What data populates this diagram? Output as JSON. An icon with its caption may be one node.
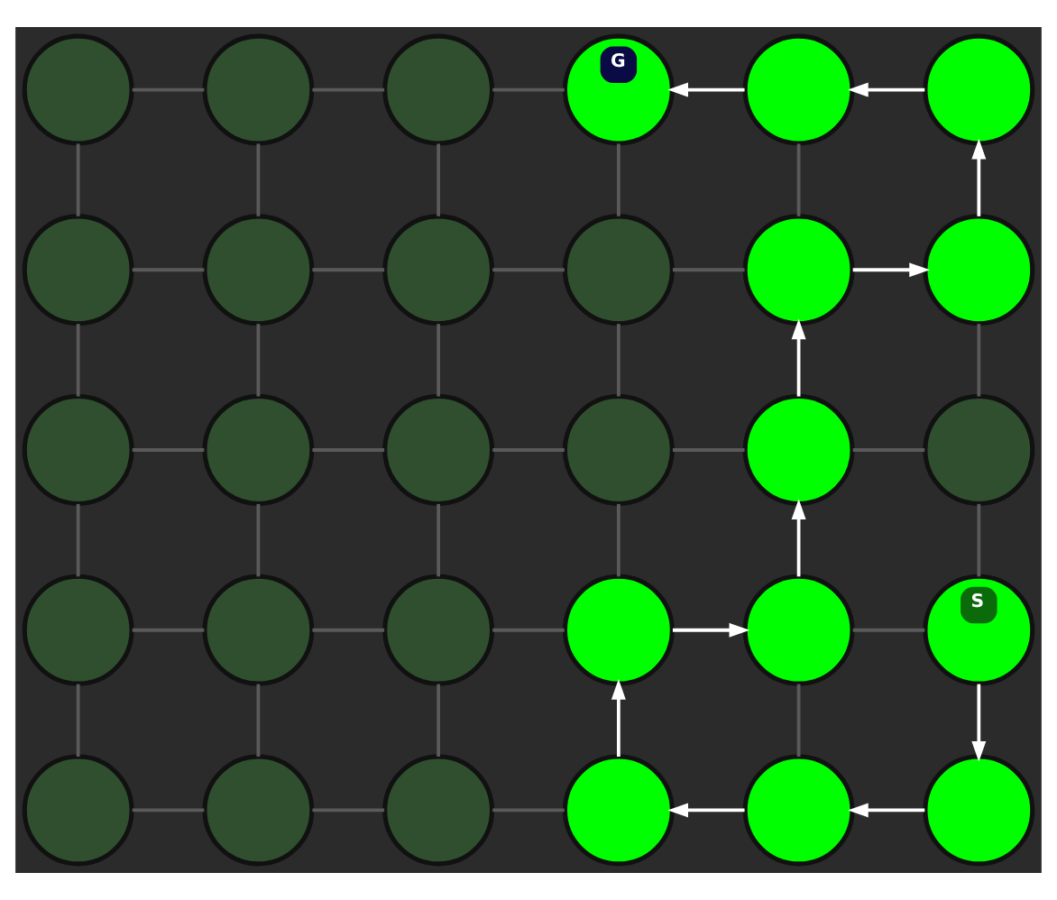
{
  "diagram": {
    "nodes": [
      {
        "text": [],
        "shape": "circle"
      },
      {
        "text": [],
        "shape": "circle"
      },
      {
        "text": [],
        "shape": "circle"
      },
      {
        "text": [
          "G"
        ]
      },
      {
        "text": [],
        "shape": "circle"
      },
      {
        "text": [],
        "shape": "circle"
      },
      {
        "text": [],
        "shape": "circle"
      },
      {
        "text": [],
        "shape": "circle"
      },
      {
        "text": [],
        "shape": "circle"
      },
      {
        "text": [],
        "shape": "circle"
      },
      {
        "text": [],
        "shape": "circle"
      },
      {
        "text": [],
        "shape": "circle"
      },
      {
        "text": [],
        "shape": "circle"
      },
      {
        "text": [],
        "shape": "circle"
      },
      {
        "text": [],
        "shape": "circle"
      },
      {
        "text": [],
        "shape": "circle"
      },
      {
        "text": [],
        "shape": "circle"
      },
      {
        "text": [],
        "shape": "circle"
      },
      {
        "text": [],
        "shape": "circle"
      },
      {
        "text": [],
        "shape": "circle"
      },
      {
        "text": [],
        "shape": "circle"
      },
      {
        "text": [],
        "shape": "circle"
      },
      {
        "text": [],
        "shape": "circle"
      },
      {
        "text": [
          "S"
        ]
      },
      {
        "text": [],
        "shape": "circle"
      },
      {
        "text": [],
        "shape": "circle"
      },
      {
        "text": [],
        "shape": "circle"
      },
      {
        "text": [],
        "shape": "circle"
      },
      {
        "text": [],
        "shape": "circle"
      },
      {
        "text": [],
        "shape": "circle"
      }
    ],
    "edges": [
      {
        "from": 0,
        "to": 1,
        "arrow": "none"
      },
      {
        "from": 1,
        "to": 2,
        "arrow": "none"
      },
      {
        "from": 2,
        "to": 3,
        "arrow": "none"
      },
      {
        "from": 0,
        "to": 6,
        "arrow": "none"
      },
      {
        "from": 1,
        "to": 7,
        "arrow": "none"
      },
      {
        "from": 2,
        "to": 8,
        "arrow": "none"
      },
      {
        "from": 3,
        "to": 9,
        "arrow": "none"
      },
      {
        "from": 4,
        "to": 10,
        "arrow": "none"
      },
      {
        "from": 6,
        "to": 7,
        "arrow": "none"
      },
      {
        "from": 7,
        "to": 8,
        "arrow": "none"
      },
      {
        "from": 8,
        "to": 9,
        "arrow": "none"
      },
      {
        "from": 9,
        "to": 10,
        "arrow": "none"
      },
      {
        "from": 6,
        "to": 12,
        "arrow": "none"
      },
      {
        "from": 7,
        "to": 13,
        "arrow": "none"
      },
      {
        "from": 8,
        "to": 14,
        "arrow": "none"
      },
      {
        "from": 9,
        "to": 15,
        "arrow": "none"
      },
      {
        "from": 11,
        "to": 17,
        "arrow": "none"
      },
      {
        "from": 12,
        "to": 13,
        "arrow": "none"
      },
      {
        "from": 13,
        "to": 14,
        "arrow": "none"
      },
      {
        "from": 14,
        "to": 15,
        "arrow": "none"
      },
      {
        "from": 15,
        "to": 16,
        "arrow": "none"
      },
      {
        "from": 16,
        "to": 17,
        "arrow": "none"
      },
      {
        "from": 12,
        "to": 18,
        "arrow": "none"
      },
      {
        "from": 13,
        "to": 19,
        "arrow": "none"
      },
      {
        "from": 14,
        "to": 20,
        "arrow": "none"
      },
      {
        "from": 15,
        "to": 21,
        "arrow": "none"
      },
      {
        "from": 17,
        "to": 23,
        "arrow": "none"
      },
      {
        "from": 18,
        "to": 19,
        "arrow": "none"
      },
      {
        "from": 19,
        "to": 20,
        "arrow": "none"
      },
      {
        "from": 20,
        "to": 21,
        "arrow": "none"
      },
      {
        "from": 22,
        "to": 23,
        "arrow": "none"
      },
      {
        "from": 18,
        "to": 24,
        "arrow": "none"
      },
      {
        "from": 19,
        "to": 25,
        "arrow": "none"
      },
      {
        "from": 20,
        "to": 26,
        "arrow": "none"
      },
      {
        "from": 22,
        "to": 28,
        "arrow": "none"
      },
      {
        "from": 24,
        "to": 25,
        "arrow": "none"
      },
      {
        "from": 25,
        "to": 26,
        "arrow": "none"
      },
      {
        "from": 26,
        "to": 27,
        "arrow": "none"
      },
      {
        "from": 23,
        "to": 29,
        "arrow": "to",
        "color": "#ffffff"
      },
      {
        "from": 29,
        "to": 28,
        "arrow": "to",
        "color": "#ffffff"
      },
      {
        "from": 28,
        "to": 27,
        "arrow": "to",
        "color": "#ffffff"
      },
      {
        "from": 27,
        "to": 21,
        "arrow": "to",
        "color": "#ffffff"
      },
      {
        "from": 21,
        "to": 22,
        "arrow": "to",
        "color": "#ffffff"
      },
      {
        "from": 22,
        "to": 16,
        "arrow": "to",
        "color": "#ffffff"
      },
      {
        "from": 16,
        "to": 10,
        "arrow": "to",
        "color": "#ffffff"
      },
      {
        "from": 10,
        "to": 11,
        "arrow": "to",
        "color": "#ffffff"
      },
      {
        "from": 11,
        "to": 5,
        "arrow": "to",
        "color": "#ffffff"
      },
      {
        "from": 5,
        "to": 4,
        "arrow": "to",
        "color": "#ffffff"
      },
      {
        "from": 4,
        "to": 3,
        "arrow": "to",
        "color": "#ffffff"
      }
    ]
  }
}
